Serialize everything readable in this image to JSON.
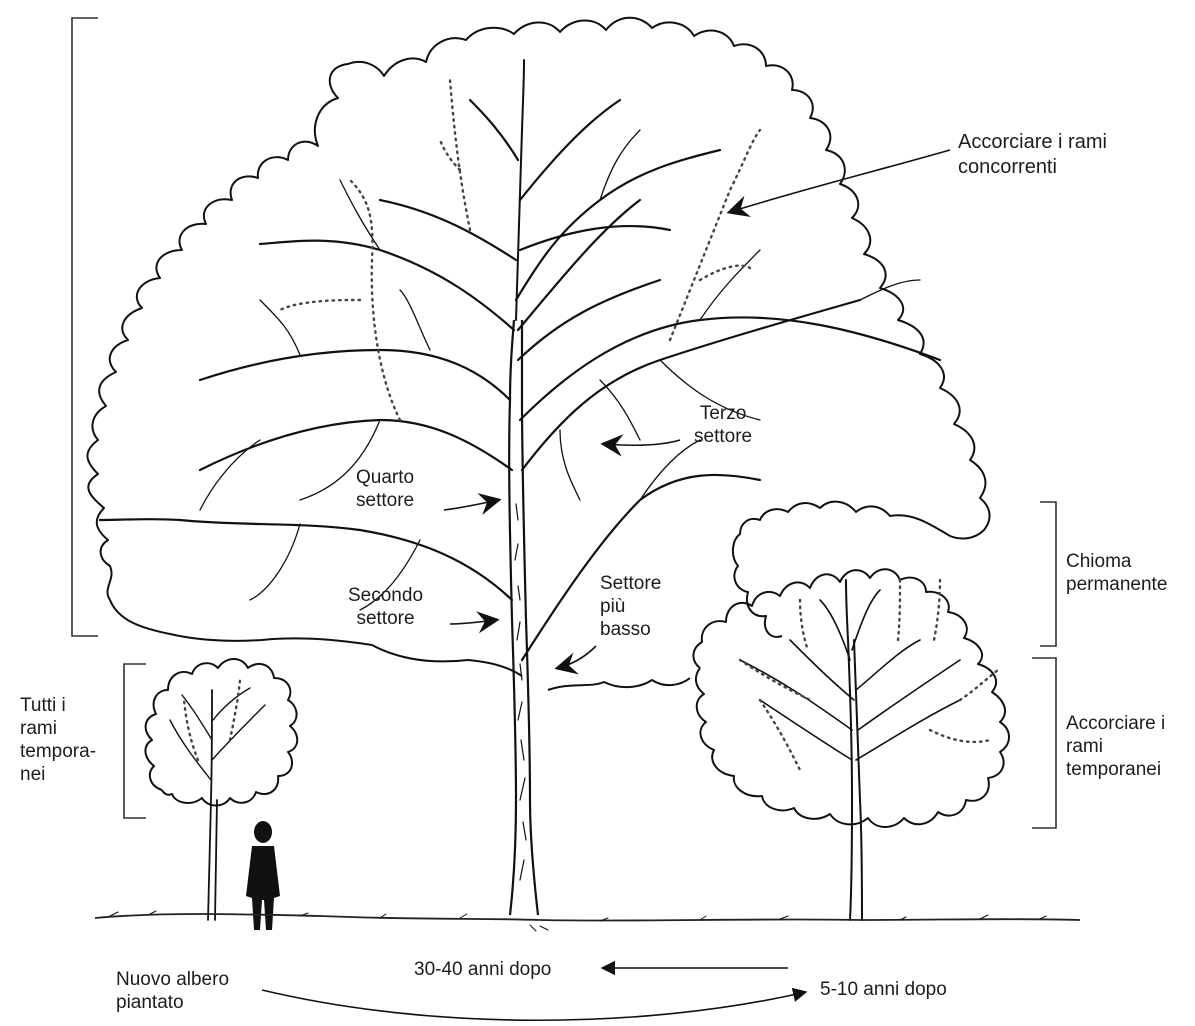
{
  "labels": {
    "accorciare_concorrenti": "Accorciare i rami\nconcorrenti",
    "terzo_settore": "Terzo\nsettore",
    "quarto_settore": "Quarto\nsettore",
    "secondo_settore": "Secondo\nsettore",
    "settore_basso": "Settore\npiù\nbasso",
    "chioma_permanente": "Chioma\npermanente",
    "tutti_rami_temporanei": "Tutti i\nrami\ntempora-\nnei",
    "accorciare_temporanei": "Accorciare i\nrami\ntemporanei",
    "anni_30_40": "30-40 anni dopo",
    "anni_5_10": "5-10 anni dopo",
    "nuovo_albero": "Nuovo albero\npiantato"
  }
}
